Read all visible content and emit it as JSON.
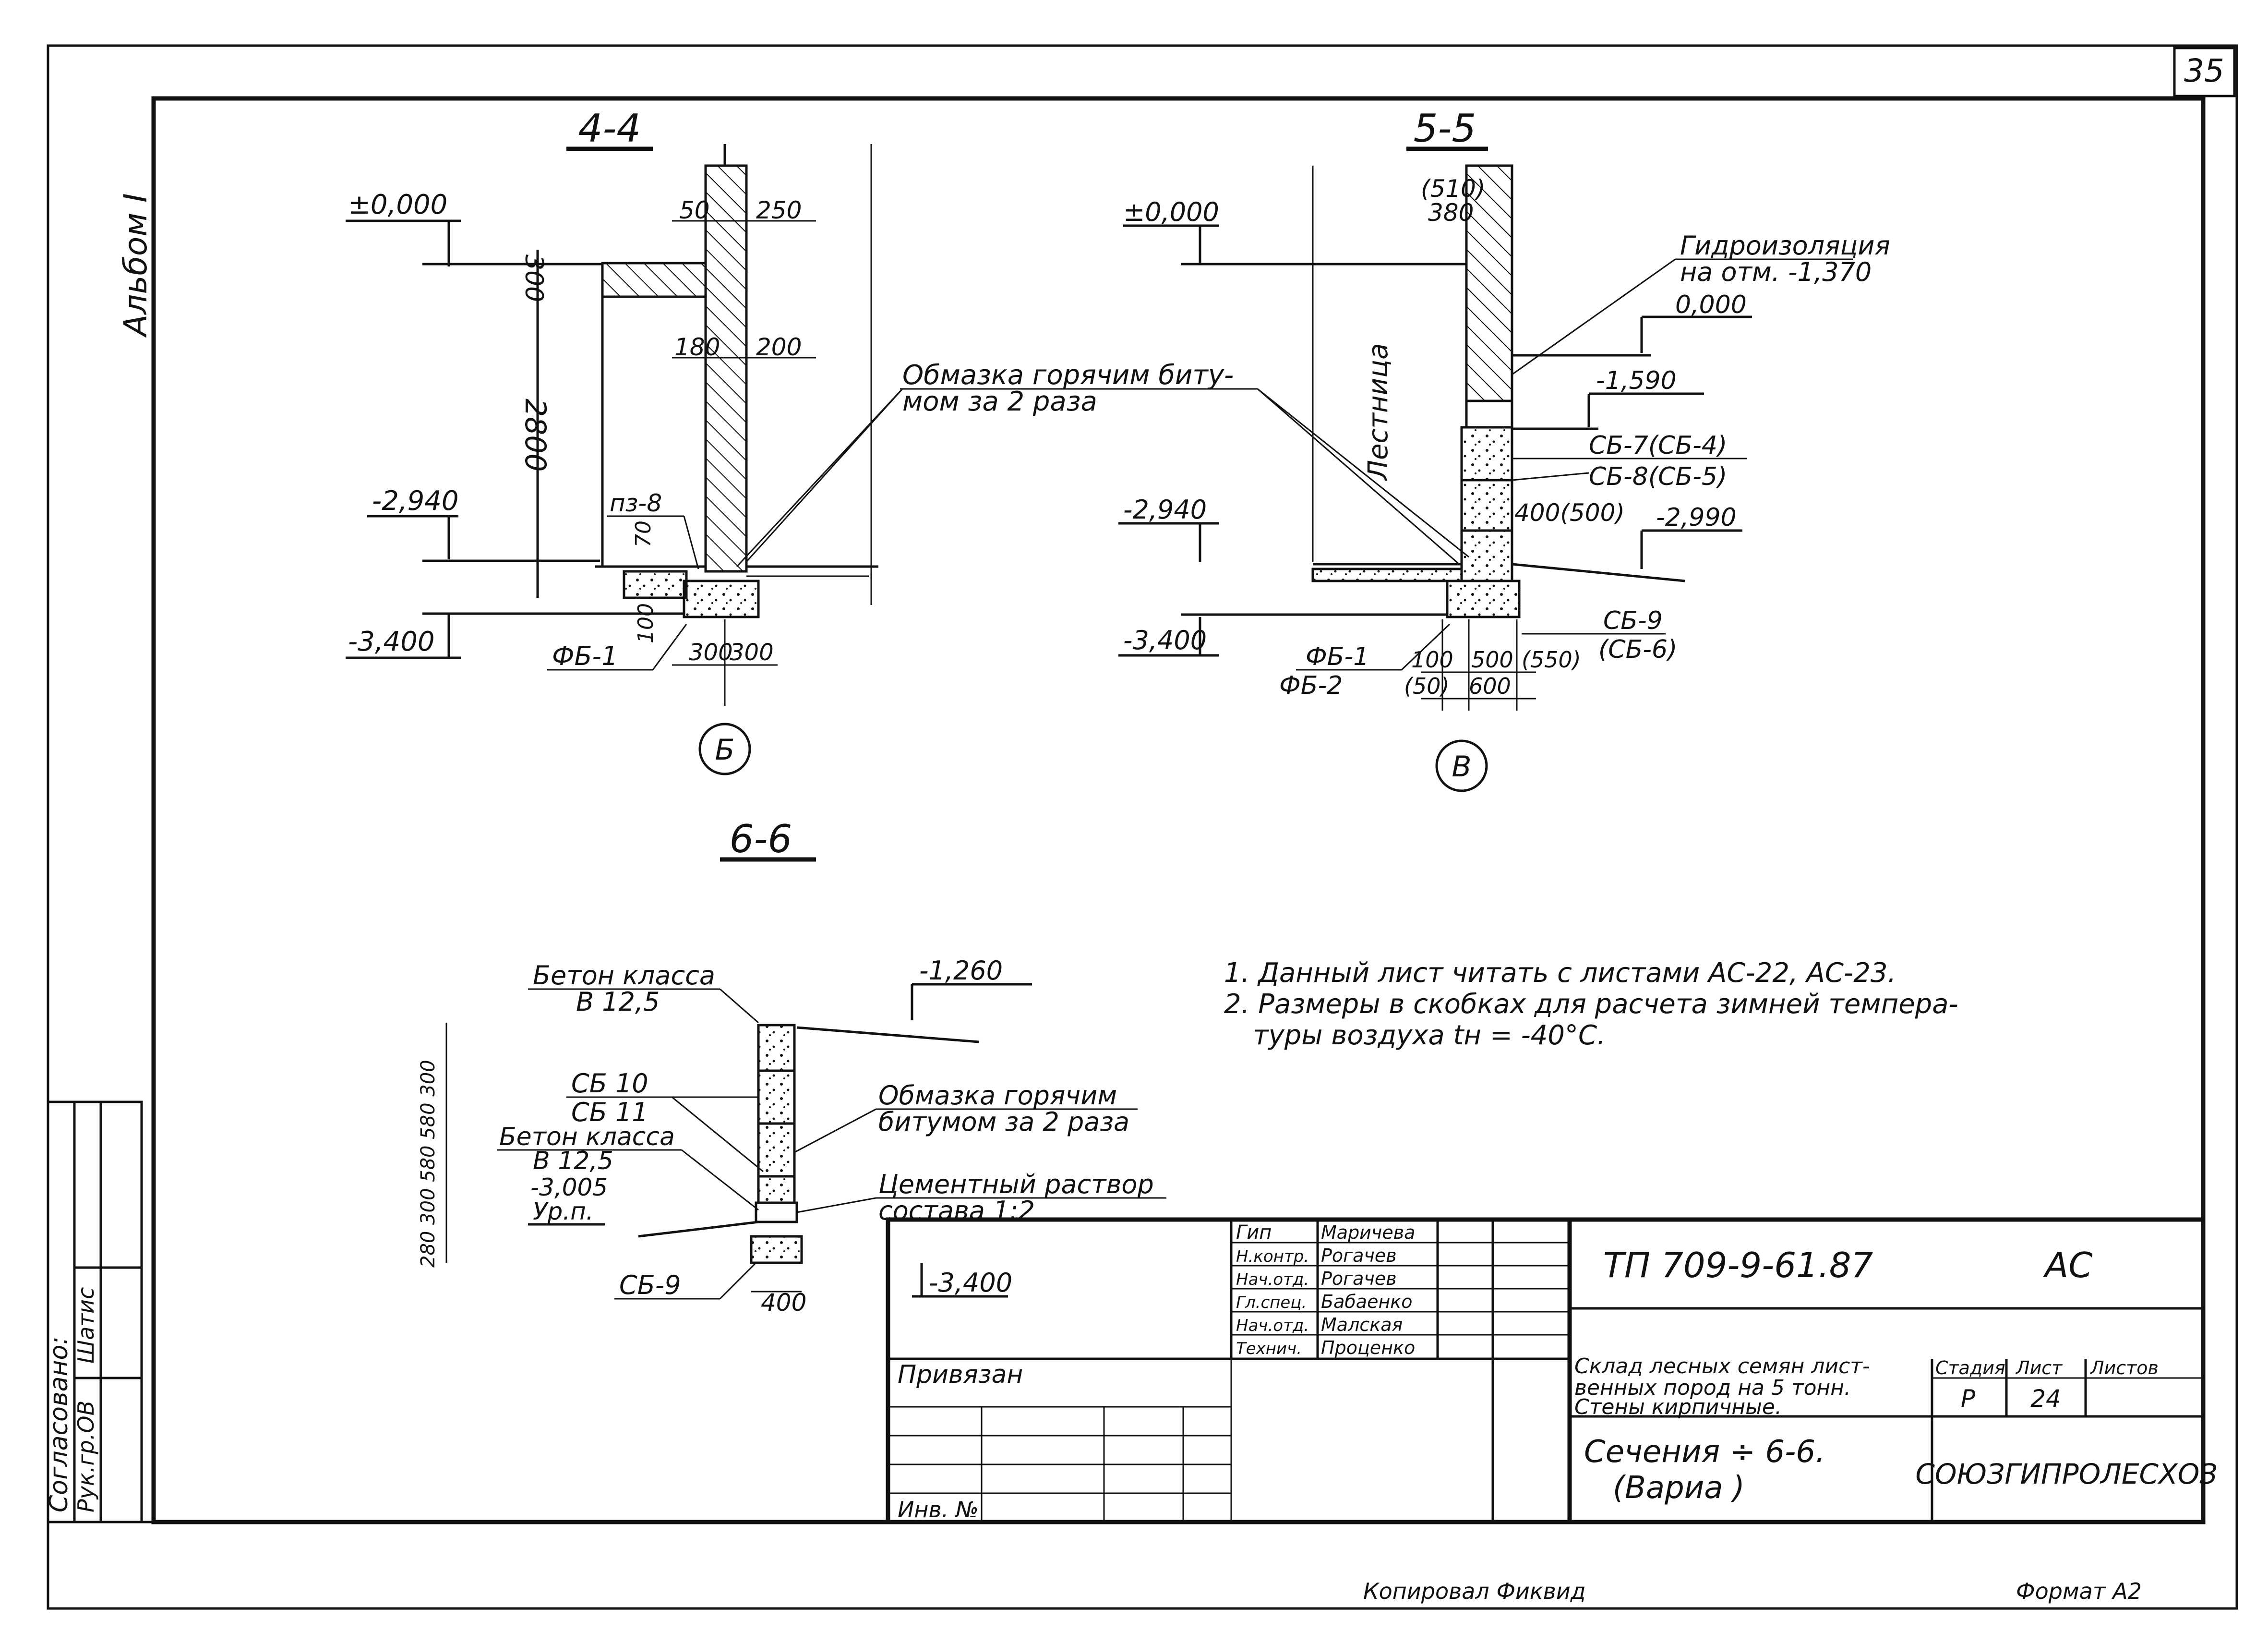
{
  "sheet_number": "35",
  "album_label": "Альбом I",
  "section_4_4": {
    "title": "4-4",
    "elev_top": "±0,000",
    "elev_mid": "-2,940",
    "elev_bottom": "-3,400",
    "dim_300": "300",
    "dim_2800": "2800",
    "dim_50": "50",
    "dim_250": "250",
    "dim_180": "180",
    "dim_200": "200",
    "dim_70": "70",
    "dim_100": "100",
    "dim_300a": "300",
    "dim_300b": "300",
    "label_pz": "пз-8",
    "label_fb": "ФБ-1",
    "axis": "Б"
  },
  "note_bitumen": "Обмазка горячим биту-\nмом за 2 раза",
  "section_5_5": {
    "title": "5-5",
    "elev_top": "±0,000",
    "elev_mid": "-2,940",
    "elev_bottom": "-3,400",
    "dim_510": "(510)",
    "dim_380": "380",
    "stair_label": "Лестница",
    "waterproof": "Гидроизоляция\nна отм. -1,370",
    "elev_0": "0,000",
    "elev_1590": "-1,590",
    "blocks_1": "СБ-7(СБ-4)",
    "blocks_2": "СБ-8(СБ-5)",
    "dim_400": "400(500)",
    "elev_2990": "-2,990",
    "fb_1": "ФБ-1",
    "fb_2": "ФБ-2",
    "sb_9": "СБ-9",
    "sb_6": "(СБ-6)",
    "dim_100": "100",
    "dim_50": "(50)",
    "dim_500": "500",
    "dim_550": "(550)",
    "dim_600": "600",
    "axis": "В"
  },
  "section_6_6": {
    "title": "6-6",
    "concrete_1": "Бетон класса\nВ 12,5",
    "elev_1260": "-1,260",
    "sb10": "СБ 10",
    "sb11": "СБ 11",
    "concrete_2": "Бетон класса\nВ 12,5",
    "elev_3005": "-3,005",
    "ypl": "Ур.п.",
    "bitumen": "Обмазка горячим\nбитумом за 2 раза",
    "mortar": "Цементный раствор\nсостава 1:2",
    "sb9": "СБ-9",
    "dim_400": "400",
    "elev_3400": "-3,400",
    "side_dims": "280 300 580 580 300"
  },
  "notes": [
    "1. Данный лист читать с листами АС-22, АС-23.",
    "2. Размеры в скобках для расчета зимней темпера-",
    "туры воздуха tн = -40°С."
  ],
  "stamp": {
    "roles": [
      "Гип",
      "Н.контр.",
      "Нач.отд.",
      "Гл.спец.",
      "Нач.отд.",
      "Технич."
    ],
    "names": [
      "Маричева",
      "Рогачев",
      "Рогачев",
      "Бабаенко",
      "Малская",
      "Проценко"
    ],
    "doc_code": "ТП 709-9-61.87",
    "mark": "АС",
    "title_text": "Склад лесных семян лист-\nвенных пород на 5 тонн.\nСтены кирпичные.",
    "stage_hdr": "Стадия",
    "sheet_hdr": "Лист",
    "sheets_hdr": "Листов",
    "stage": "Р",
    "sheet": "24",
    "drawing_name": "Сечения   ÷ 6-6.\n(Вариа   )",
    "org": "СОЮЗГИПРОЛЕСХОЗ",
    "privyazan": "Привязан",
    "inv": "Инв. №"
  },
  "left_strip": {
    "agreed": "Согласовано:",
    "ruk": "Рук.гр.ОВ",
    "name": "Шатис"
  },
  "bottom": {
    "copied": "Копировал Фиквид",
    "format": "Формат А2"
  }
}
